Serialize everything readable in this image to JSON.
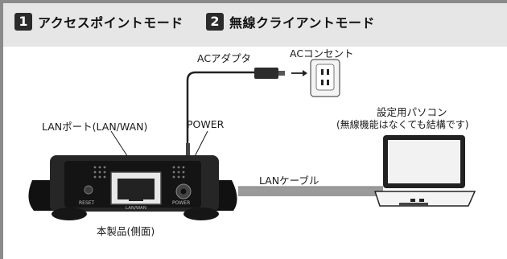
{
  "headers": [
    {
      "number": "1",
      "label": "アクセスポイントモード"
    },
    {
      "number": "2",
      "label": "無線クライアントモード"
    }
  ],
  "labels": {
    "ac_adapter": "ACアダプタ",
    "ac_outlet": "ACコンセント",
    "pc_title": "設定用パソコン",
    "pc_note": "(無線機能はなくても結構です)",
    "lan_port": "LANポート(LAN/WAN)",
    "power": "POWER",
    "lan_cable": "LANケーブル",
    "product": "本製品(側面)",
    "device_reset": "RESET",
    "device_lanwan": "LAN/WAN",
    "device_power": "POWER"
  }
}
